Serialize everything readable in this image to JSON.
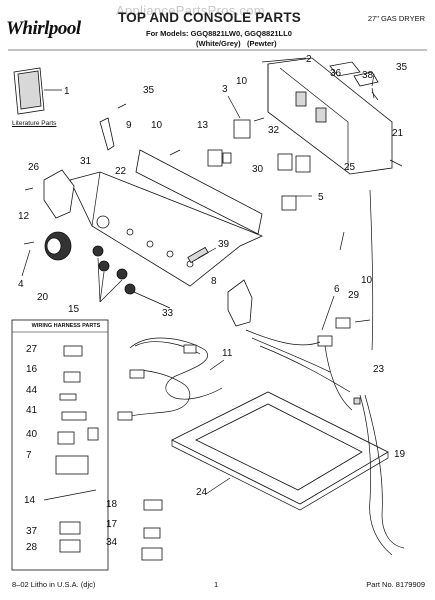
{
  "header": {
    "brand": "Whirlpool",
    "watermark": "AppliancePartsPros.com",
    "title": "TOP AND CONSOLE PARTS",
    "product": "27\" GAS DRYER",
    "models": "For Models: GGQ8821LW0, GGQ8821LL0",
    "color_white": "(White/Grey)",
    "color_pewter": "(Pewter)"
  },
  "literature_label": "Literature Parts",
  "wiring_box_title": "WIRING HARNESS PARTS",
  "callouts": {
    "c1": "1",
    "c2": "2",
    "c3": "3",
    "c4": "4",
    "c5": "5",
    "c6": "6",
    "c8": "8",
    "c9": "9",
    "c10a": "10",
    "c10b": "10",
    "c10c": "10",
    "c11": "11",
    "c12": "12",
    "c13": "13",
    "c14": "14",
    "c15": "15",
    "c16": "16",
    "c17": "17",
    "c18": "18",
    "c19": "19",
    "c20": "20",
    "c21": "21",
    "c22": "22",
    "c23": "23",
    "c24": "24",
    "c25": "25",
    "c26": "26",
    "c27": "27",
    "c28": "28",
    "c29": "29",
    "c30": "30",
    "c31": "31",
    "c32": "32",
    "c33": "33",
    "c34": "34",
    "c35a": "35",
    "c35b": "35",
    "c36": "36",
    "c37": "37",
    "c38": "38",
    "c39": "39",
    "c40": "40",
    "c41": "41",
    "c44": "44"
  },
  "footer": {
    "left": "8–02 Litho in U.S.A. (djc)",
    "page": "1",
    "part_no": "Part No. 8179909"
  }
}
